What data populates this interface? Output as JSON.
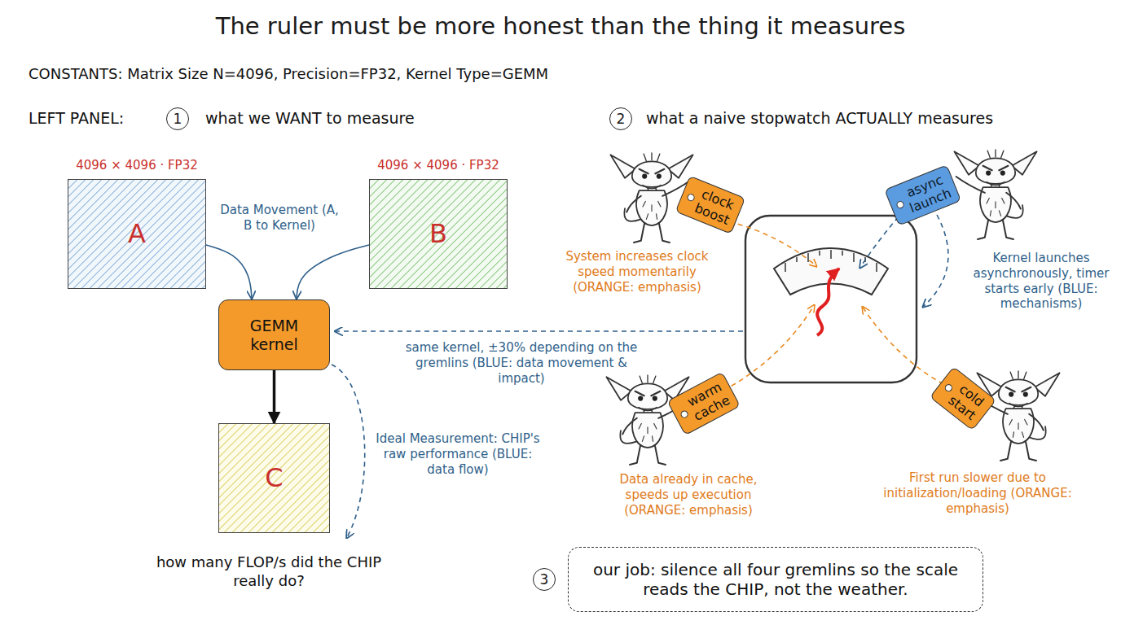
{
  "diagram": {
    "title": "The ruler must be more honest than the thing it measures",
    "nodes": [
      {
        "text": [
          "4096 × 4096 · FP32",
          "A"
        ]
      },
      {
        "text": [
          "4096 × 4096 · FP32",
          "B"
        ]
      },
      {
        "text": [
          "GEMM kernel"
        ]
      },
      {
        "text": [
          "C"
        ]
      },
      {
        "text": [
          "clock boost"
        ]
      },
      {
        "text": [
          "async launch"
        ]
      },
      {
        "text": [
          "warm cache"
        ]
      },
      {
        "text": [
          "cold start"
        ]
      },
      {
        "text": [
          "our job: silence all four gremlins so the scale reads the CHIP, not the weather."
        ]
      }
    ],
    "edges": [
      {
        "from": 0,
        "to": 2,
        "arrow": "to",
        "label": "Data Movement (A, B to Kernel)"
      },
      {
        "from": 1,
        "to": 2,
        "arrow": "to"
      },
      {
        "from": 2,
        "to": 3,
        "arrow": "to"
      }
    ],
    "labels": [
      "CONSTANTS: Matrix Size N=4096, Precision=FP32, Kernel Type=GEMM",
      "LEFT PANEL:",
      "1",
      "what we WANT to measure",
      "2",
      "what a naive stopwatch ACTUALLY measures",
      "System increases clock speed momentarily (ORANGE: emphasis)",
      "Kernel launches asynchronously, timer starts early (BLUE: mechanisms)",
      "same kernel, ±30% depending on the gremlins (BLUE: data movement & impact)",
      "Ideal Measurement: CHIP's raw performance (BLUE: data flow)",
      "how many FLOP/s did the CHIP really do?",
      "Data already in cache, speeds up execution (ORANGE: emphasis)",
      "First run slower due to initialization/loading (ORANGE: emphasis)",
      "3"
    ]
  }
}
